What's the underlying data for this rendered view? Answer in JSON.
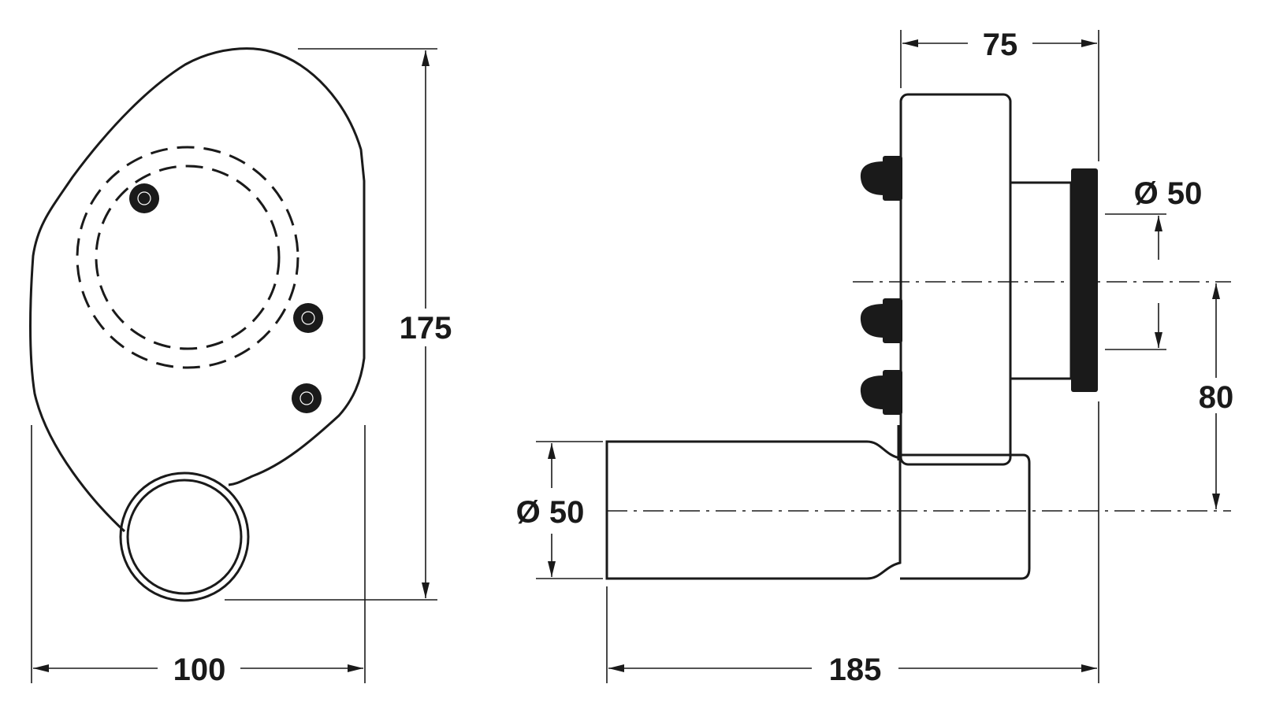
{
  "dimensions": {
    "front_height": "175",
    "front_width": "100",
    "top_width": "75",
    "flange_diameter": "Ø 50",
    "center_distance": "80",
    "tube_diameter": "Ø 50",
    "total_length": "185"
  },
  "colors": {
    "line": "#1a1a1a",
    "background": "#ffffff"
  }
}
